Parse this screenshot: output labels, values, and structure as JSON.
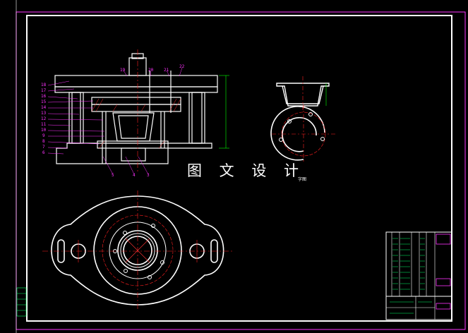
{
  "drawing": {
    "watermark": "图 文 设 计",
    "view_label": "字图",
    "callouts_left": [
      "18",
      "17",
      "16",
      "15",
      "14",
      "13",
      "12",
      "11",
      "10",
      "9",
      "8",
      "7",
      "6"
    ],
    "callouts_top": [
      "19",
      "20",
      "21",
      "22"
    ],
    "callouts_bottom": [
      "5",
      "4",
      "3"
    ]
  },
  "colors": {
    "background": "#000000",
    "outline": "#ffffff",
    "centerline": "#ff2020",
    "leader": "#ff33ff",
    "dimension": "#00ff00",
    "table_text": "#00ff66"
  }
}
